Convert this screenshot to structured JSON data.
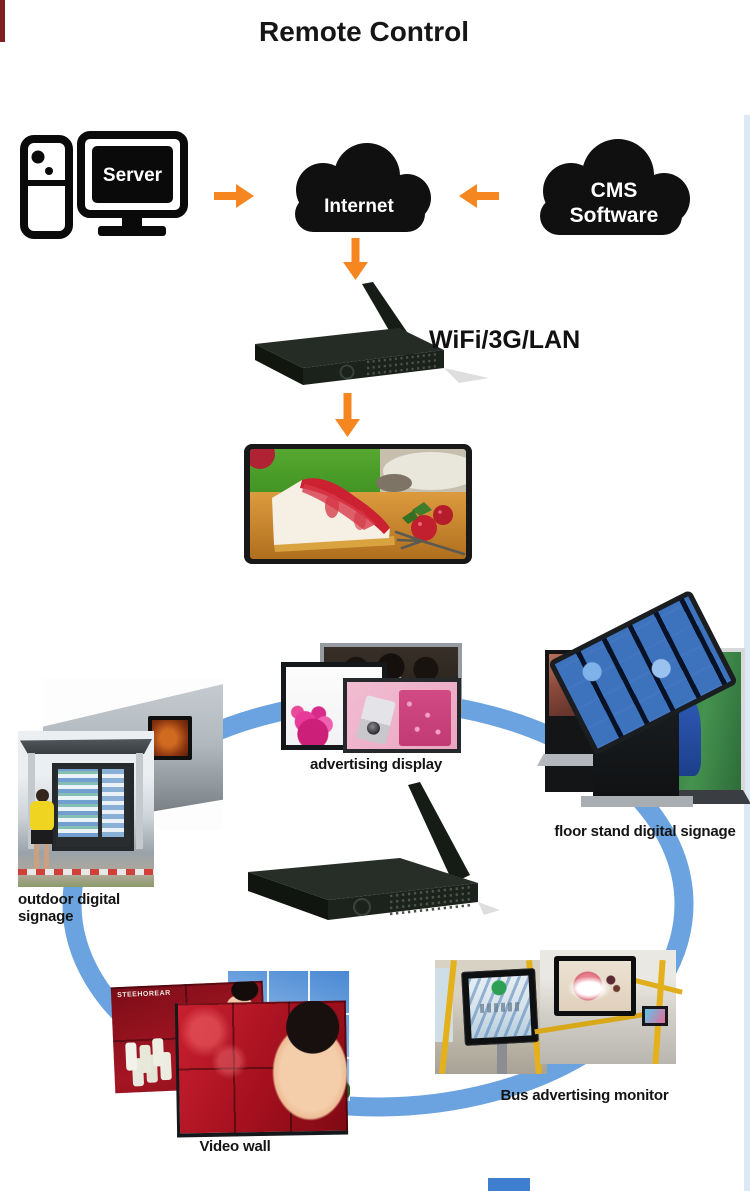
{
  "title": "Remote Control",
  "top_flow": {
    "server_label": "Server",
    "internet_label": "Internet",
    "cms_line1": "CMS",
    "cms_line2": "Software",
    "connectivity_label": "WiFi/3G/LAN"
  },
  "hub": {
    "captions": {
      "advertising_display": "advertising display",
      "floor_stand": "floor stand digital signage",
      "outdoor_signage": "outdoor digital signage",
      "video_wall": "Video wall",
      "bus_monitor": "Bus advertising monitor"
    },
    "video_wall_brand": "STEEHOREAR"
  },
  "icons": {
    "server": "server-computer-icon",
    "internet": "internet-cloud-icon",
    "cms": "cms-cloud-icon",
    "arrow": "orange-flow-arrow-icon",
    "media_player": "wifi-media-player-box",
    "display": "advertising-screen-image",
    "ring": "network-ellipse-ring"
  },
  "colors": {
    "arrow_orange": "#F6861F",
    "cloud_black": "#101010",
    "ring_blue": "#6AA3DF",
    "caption_text": "#141414"
  }
}
